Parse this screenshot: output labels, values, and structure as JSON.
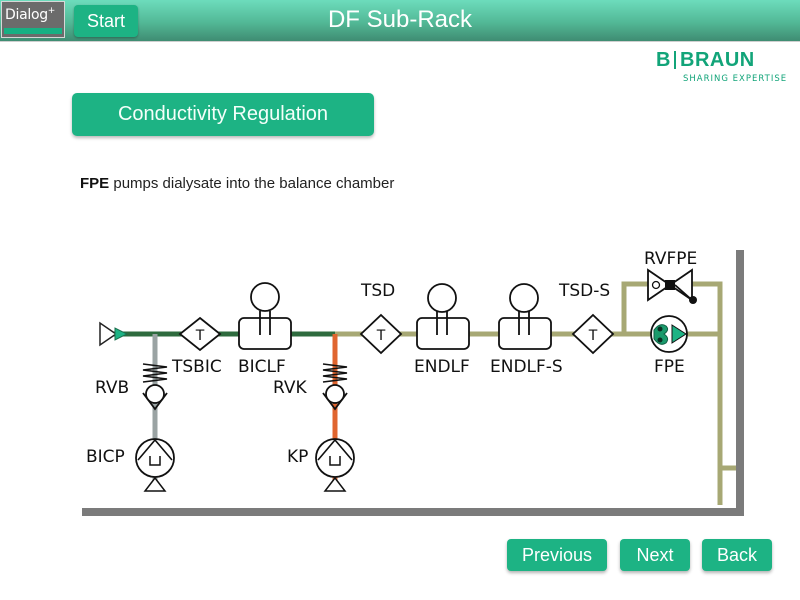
{
  "header": {
    "logo_text": "Dialog",
    "logo_superscript": "+",
    "start_label": "Start",
    "title": "DF Sub-Rack"
  },
  "brand": {
    "name_left": "B",
    "name_right": "BRAUN",
    "tagline": "SHARING EXPERTISE",
    "color": "#12a479"
  },
  "section": {
    "title": "Conductivity Regulation"
  },
  "description": {
    "bold": "FPE",
    "text": " pumps dialysate into the balance chamber"
  },
  "diagram": {
    "colors": {
      "dark_green_line": "#2e6b3e",
      "olive_line": "#a7a874",
      "grey_line": "#9aa3a3",
      "orange_line": "#e0652f",
      "accent_green": "#1db384"
    },
    "labels": {
      "tsbic": "TSBIC",
      "biclf": "BICLF",
      "tsd": "TSD",
      "endlf": "ENDLF",
      "endlf_s": "ENDLF-S",
      "tsd_s": "TSD-S",
      "rvfpe": "RVFPE",
      "fpe": "FPE",
      "rvb": "RVB",
      "rvk": "RVK",
      "bicp": "BICP",
      "kp": "KP",
      "sensor_symbol": "T"
    }
  },
  "nav": {
    "previous_label": "Previous",
    "next_label": "Next",
    "back_label": "Back"
  }
}
